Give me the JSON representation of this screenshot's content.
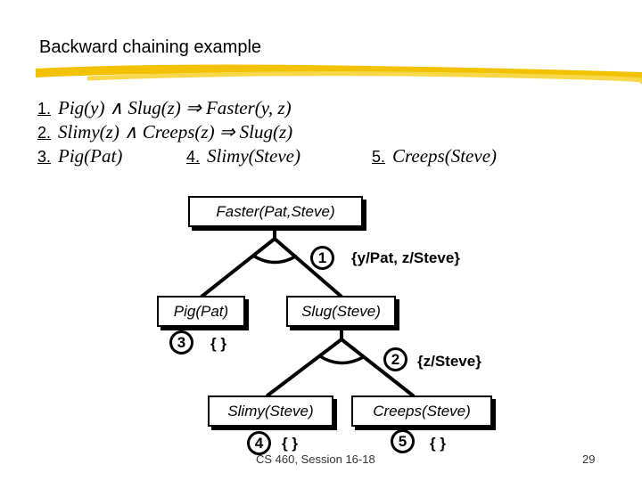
{
  "title": "Backward chaining example",
  "rules": [
    {
      "num": "1.",
      "text": "Pig(y) ∧ Slug(z)  ⇒  Faster(y, z)"
    },
    {
      "num": "2.",
      "text": "Slimy(z) ∧ Creeps(z)  ⇒  Slug(z)"
    },
    {
      "num": "3.",
      "text": "Pig(Pat)"
    },
    {
      "num": "4.",
      "text": "Slimy(Steve)"
    },
    {
      "num": "5.",
      "text": "Creeps(Steve)"
    }
  ],
  "tree": {
    "root": "Faster(Pat,Steve)",
    "pig": "Pig(Pat)",
    "slug": "Slug(Steve)",
    "slimy": "Slimy(Steve)",
    "creeps": "Creeps(Steve)",
    "rule1_label": "1",
    "rule1_subst": "{y/Pat, z/Steve}",
    "rule2_label": "2",
    "rule2_subst": "{z/Steve}",
    "rule3_label": "3",
    "rule3_subst": "{ }",
    "rule4_label": "4",
    "rule4_subst": "{ }",
    "rule5_label": "5",
    "rule5_subst": "{ }"
  },
  "footer": {
    "course": "CS 460,  Session 16-18",
    "page": "29"
  },
  "colors": {
    "accent_underline": "#f2c200"
  }
}
